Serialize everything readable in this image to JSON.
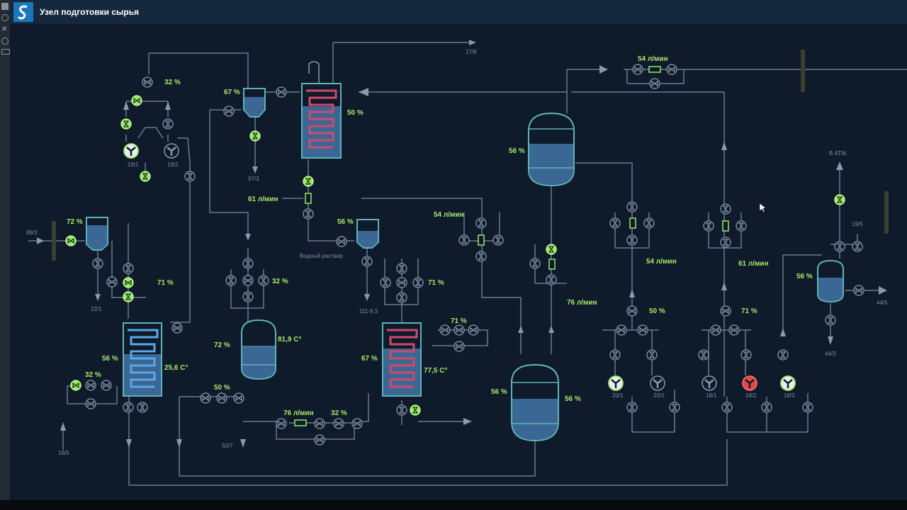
{
  "app": {
    "title": "Узел подготовки сырья",
    "logo_icon": "s-logo-icon",
    "colors": {
      "background": "#0f1a2a",
      "accent_green": "#9be86a",
      "vessel_fill": "#3a6794",
      "vessel_outline": "#5fb3b8",
      "alarm_red": "#e04848"
    }
  },
  "sidebar": {
    "icons": [
      "home-icon",
      "refresh-icon",
      "tools-icon",
      "info-icon",
      "monitor-icon"
    ]
  },
  "labels": {
    "v_72": "72 %",
    "v_32a": "32 %",
    "v_67a": "67 %",
    "v_50a": "50 %",
    "v_61a": "61 л/мин",
    "v_56a": "56 %",
    "v_54top": "54 л/мин",
    "v_56tank": "56 %",
    "v_54mid": "54 л/мин",
    "v_54right": "54 л/мин",
    "v_61right": "61 л/мин",
    "v_76mid": "76 л/мин",
    "v_50mid": "50 %",
    "v_71right": "71 %",
    "v_56small": "56 %",
    "v_71a": "71 %",
    "v_56left": "56 %",
    "v_256": "25,6 C°",
    "v_32c": "32 %",
    "v_32b": "32 %",
    "v_72b": "72 %",
    "v_819": "81,9 C°",
    "v_50b": "50 %",
    "v_71b": "71 %",
    "v_71c": "71 %",
    "v_67b": "67 %",
    "v_775": "77,5 C°",
    "v_76b": "76 л/мин",
    "v_32d": "32 %",
    "v_56d": "56 %",
    "v_56e": "56 %"
  },
  "tags": {
    "t_179": "17/9",
    "t_973": "97/3",
    "t_883": "88/3",
    "t_191": "19/1",
    "t_192": "19/2",
    "t_221": "22/1",
    "t_185": "18/5",
    "t_507": "50/7",
    "t_solution": "Водный раствор",
    "t_1119": "111-9.3",
    "t_atm": "В АТМ.",
    "t_195": "19/5",
    "t_445": "44/5",
    "t_443": "44/3",
    "t_201": "20/1",
    "t_202": "20/2",
    "t_181": "18/1",
    "t_182": "18/2",
    "t_183": "18/3"
  }
}
